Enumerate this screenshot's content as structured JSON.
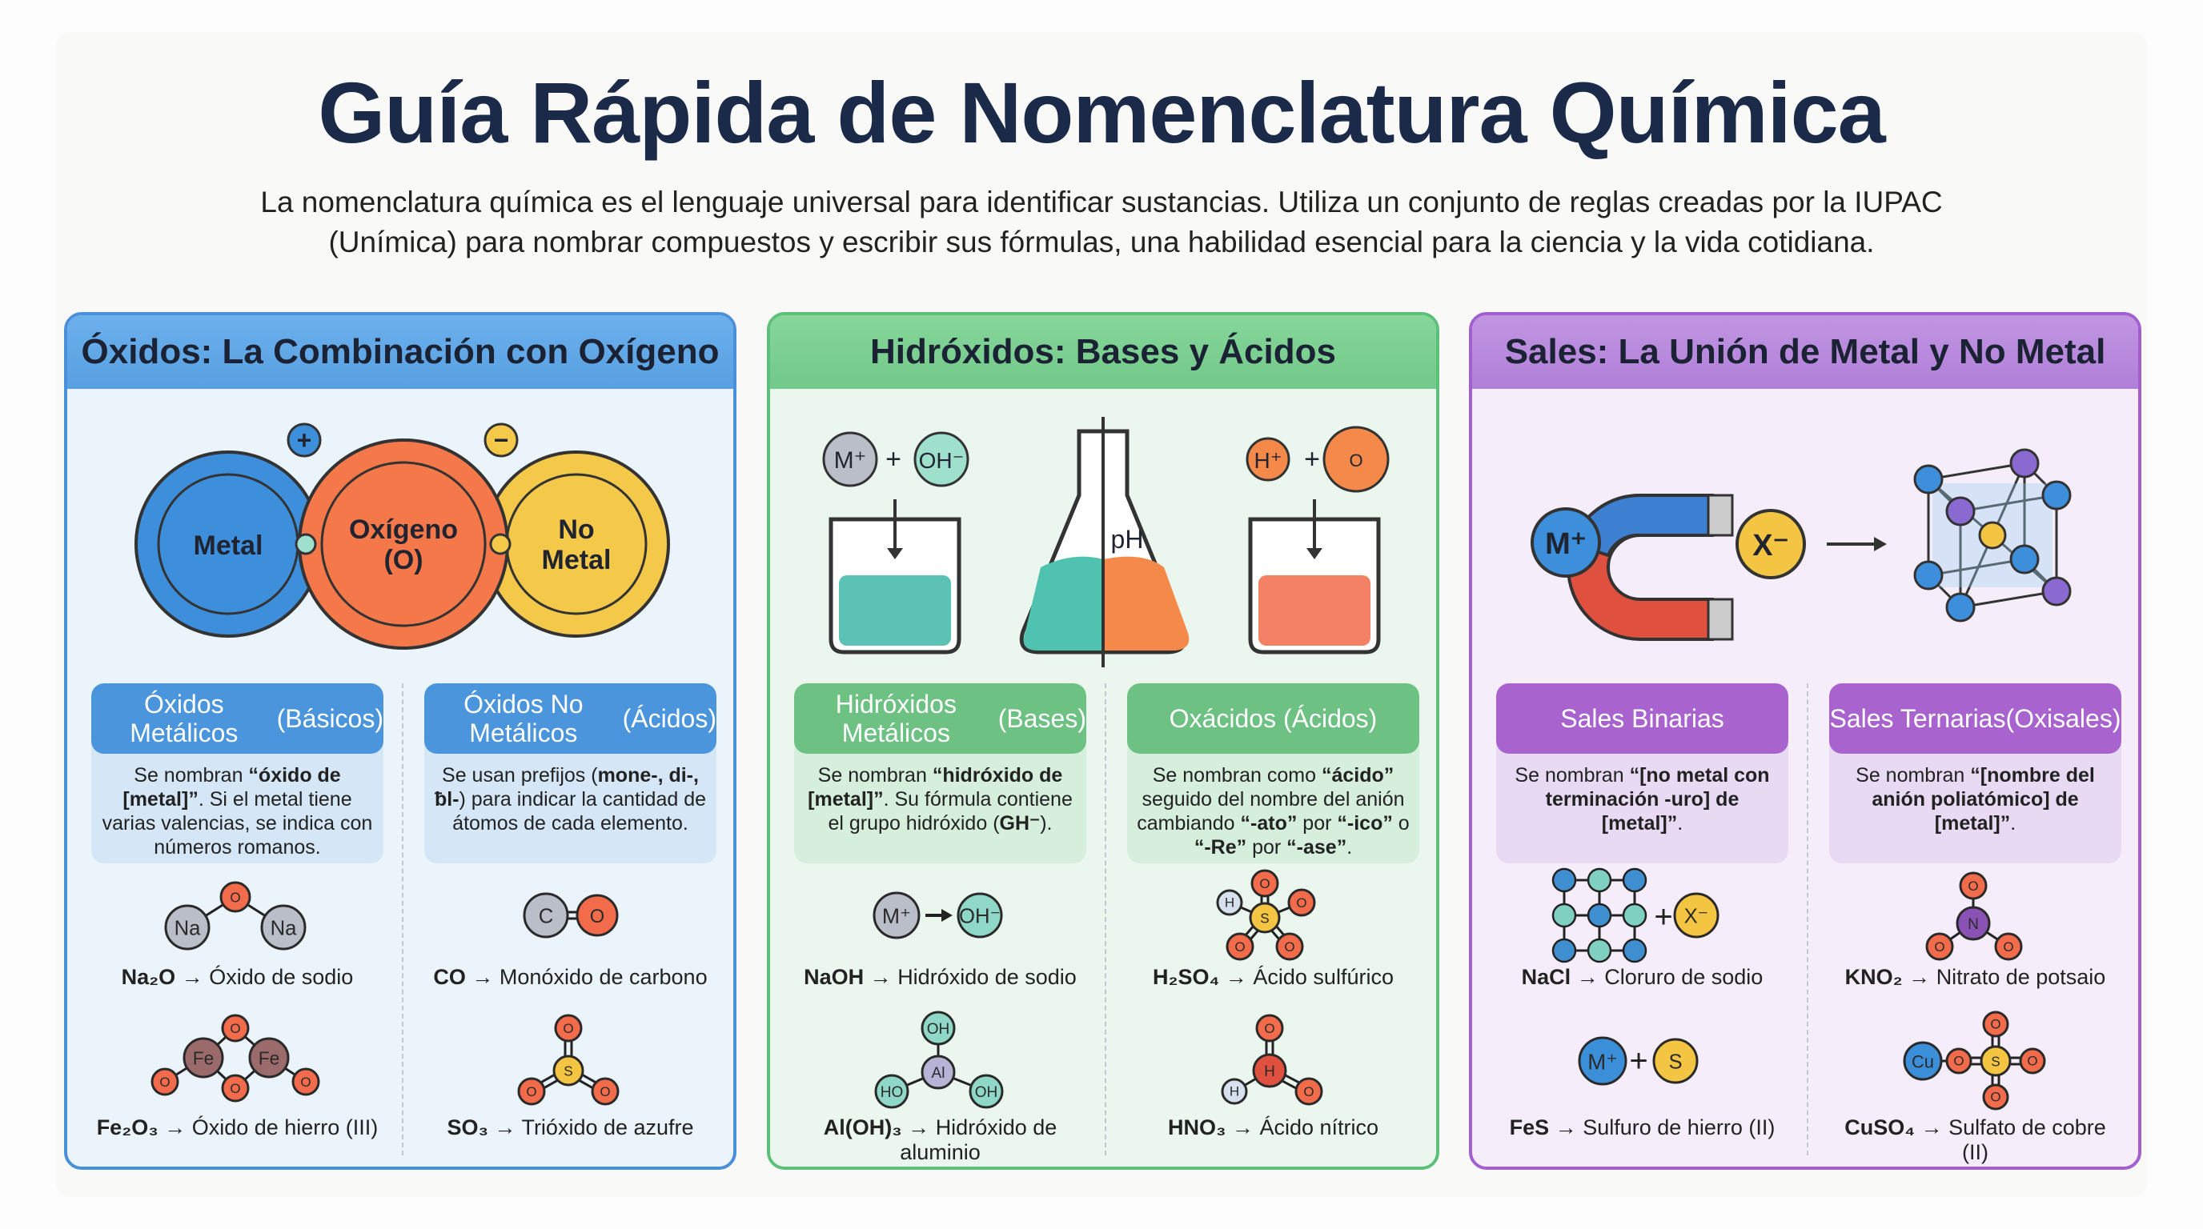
{
  "title": "Guía Rápida de Nomenclatura Química",
  "subtitle": [
    "La nomenclatura química es el lenguaje universal para identificar sustancias. Utiliza un conjunto de reglas creadas por la IUPAC",
    "(Unímica) para nombrar compuestos y escribir sus fórmulas, una habilidad esencial para la ciencia y la vida cotidiana."
  ],
  "colors": {
    "blue": "#4a90d9",
    "green": "#5cbf7a",
    "purple": "#a15fcf",
    "oxygen": "#f26b4a",
    "sulfur": "#f4c542"
  },
  "panels": [
    {
      "id": "oxidos",
      "title": "Óxidos: La Combinación con Oxígeno",
      "illus": {
        "metal": "Metal",
        "oxygen": [
          "Oxígeno",
          "(O)"
        ],
        "nonmetal": [
          "No",
          "Metal"
        ],
        "plus": "+",
        "minus": "−"
      },
      "cards": [
        {
          "title": [
            "Óxidos Metálicos",
            "(Básicos)"
          ],
          "body": [
            {
              "t": "Se nombran "
            },
            {
              "t": "“óxido de [metal]”",
              "b": true
            },
            {
              "t": ". Si el metal tiene varias valencias, se indica con números romanos."
            }
          ],
          "examples": [
            {
              "mol": "na2o",
              "atoms": [
                "O",
                "Na",
                "Na"
              ],
              "formula": "Na₂O",
              "name": "Óxido de sodio"
            },
            {
              "mol": "fe2o3",
              "atoms": [
                "O",
                "Fe",
                "Fe",
                "O",
                "O",
                "O"
              ],
              "formula": "Fe₂O₃",
              "name": "Óxido de hierro (III)"
            }
          ]
        },
        {
          "title": [
            "Óxidos No Metálicos",
            "(Ácidos)"
          ],
          "body": [
            {
              "t": "Se usan prefijos ("
            },
            {
              "t": "mone-, di-, ƀl-",
              "b": true
            },
            {
              "t": ") para indicar la cantidad de átomos de cada elemento."
            }
          ],
          "examples": [
            {
              "mol": "co",
              "atoms": [
                "C",
                "O"
              ],
              "formula": "CO",
              "name": "Monóxido de carbono"
            },
            {
              "mol": "so3",
              "atoms": [
                "S",
                "O",
                "O",
                "O"
              ],
              "formula": "SO₃",
              "name": "Trióxido de azufre"
            }
          ]
        }
      ]
    },
    {
      "id": "hidroxidos",
      "title": "Hidróxidos: Bases y Ácidos",
      "illus": {
        "m": "M⁺",
        "plus": "+",
        "oh": "OH⁻",
        "ph": "pH",
        "h": "H⁺",
        "o": "O"
      },
      "cards": [
        {
          "title": [
            "Hidróxidos Metálicos",
            "(Bases)"
          ],
          "body": [
            {
              "t": "Se nombran "
            },
            {
              "t": "“hidróxido de [metal]”",
              "b": true
            },
            {
              "t": ". Su fórmula contiene el grupo hidróxido ("
            },
            {
              "t": "GH⁻",
              "b": true
            },
            {
              "t": ")."
            }
          ],
          "examples": [
            {
              "mol": "naoh",
              "atoms": [
                "M⁺",
                "OH⁻"
              ],
              "formula": "NaOH",
              "name": "Hidróxido de sodio"
            },
            {
              "mol": "aloh3",
              "atoms": [
                "Al",
                "OH",
                "HO",
                "OH"
              ],
              "formula": "Al(OH)₃",
              "name": "Hidróxido de aluminio"
            }
          ]
        },
        {
          "title": [
            "Oxácidos (Ácidos)"
          ],
          "body": [
            {
              "t": "Se nombran como "
            },
            {
              "t": "“ácido”",
              "b": true
            },
            {
              "t": " seguido del nombre del anión cambiando "
            },
            {
              "t": "“-ato”",
              "b": true
            },
            {
              "t": " por "
            },
            {
              "t": "“-ico”",
              "b": true
            },
            {
              "t": " o "
            },
            {
              "t": "“-Re”",
              "b": true
            },
            {
              "t": " por "
            },
            {
              "t": "“-ase”",
              "b": true
            },
            {
              "t": "."
            }
          ],
          "examples": [
            {
              "mol": "h2so4",
              "atoms": [
                "S",
                "O",
                "H",
                "O",
                "O",
                "O"
              ],
              "formula": "H₂SO₄",
              "name": "Ácido sulfúrico"
            },
            {
              "mol": "hno3",
              "atoms": [
                "H",
                "O",
                "H",
                "O"
              ],
              "formula": "HNO₃",
              "name": "Ácido nítrico"
            }
          ]
        }
      ]
    },
    {
      "id": "sales",
      "title": "Sales: La Unión de Metal y No Metal",
      "illus": {
        "m": "M⁺",
        "x": "X⁻"
      },
      "cards": [
        {
          "title": [
            "Sales Binarias"
          ],
          "body": [
            {
              "t": "Se nombran "
            },
            {
              "t": "“[no metal con terminación -uro] de [metal]”",
              "b": true
            },
            {
              "t": "."
            }
          ],
          "examples": [
            {
              "mol": "nacl",
              "atoms": [
                "X⁻"
              ],
              "formula": "NaCl",
              "name": "Cloruro de sodio"
            },
            {
              "mol": "fes",
              "atoms": [
                "M⁺",
                "S"
              ],
              "formula": "FeS",
              "name": "Sulfuro de hierro (II)"
            }
          ]
        },
        {
          "title": [
            "Sales Ternarias",
            "(Oxisales)"
          ],
          "body": [
            {
              "t": "Se nombran "
            },
            {
              "t": "“[nombre del anión poliatómico] de [metal]”",
              "b": true
            },
            {
              "t": "."
            }
          ],
          "examples": [
            {
              "mol": "kno2",
              "atoms": [
                "N",
                "O",
                "O",
                "O"
              ],
              "formula": "KNO₂",
              "name": "Nitrato de potsaio"
            },
            {
              "mol": "cuso4",
              "atoms": [
                "Cu",
                "O",
                "S",
                "O",
                "O",
                "O"
              ],
              "formula": "CuSO₄",
              "name": "Sulfato de cobre (II)"
            }
          ]
        }
      ]
    }
  ]
}
